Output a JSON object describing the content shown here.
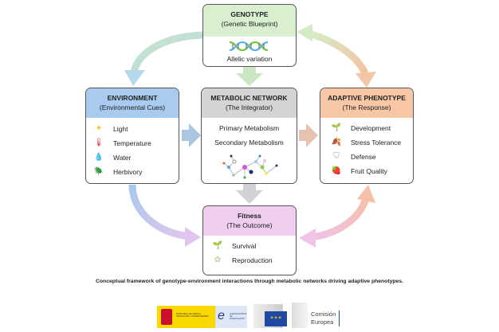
{
  "genotype": {
    "title": "GENOTYPE",
    "subtitle": "(Genetic Blueprint)",
    "icon": "dna-icon",
    "label": "Allelic variation",
    "color": "#d8f0cf"
  },
  "environment": {
    "title": "ENVIRONMENT",
    "subtitle": "(Environmental Cues)",
    "color": "#a9cbef",
    "items": [
      {
        "label": "Light",
        "icon": "sun-icon"
      },
      {
        "label": "Temperature",
        "icon": "thermometer-icon"
      },
      {
        "label": "Water",
        "icon": "water-drop-icon"
      },
      {
        "label": "Herbivory",
        "icon": "beetle-icon"
      }
    ]
  },
  "metabolic": {
    "title": "METABOLIC NETWORK",
    "subtitle": "(The Integrator)",
    "color": "#d4d4d4",
    "items": [
      {
        "label": "Primary Metabolism"
      },
      {
        "label": "Secondary Metabolism"
      }
    ],
    "icon": "network-graph-icon"
  },
  "phenotype": {
    "title": "ADAPTIVE PHENOTYPE",
    "subtitle": "(The Response)",
    "color": "#f7c7a6",
    "items": [
      {
        "label": "Development",
        "icon": "seedling-icon"
      },
      {
        "label": "Stress Tolerance",
        "icon": "leaf-icon"
      },
      {
        "label": "Defense",
        "icon": "shield-icon"
      },
      {
        "label": "Fruit Quality",
        "icon": "strawberry-icon"
      }
    ]
  },
  "fitness": {
    "title": "Fitness",
    "subtitle": "(The Outcome)",
    "color": "#efcdec",
    "items": [
      {
        "label": "Survival",
        "icon": "sprout-icon"
      },
      {
        "label": "Reproduction",
        "icon": "flower-icon"
      }
    ]
  },
  "caption": "Conceptual framework of genotype-environment interactions through metabolic networks driving adaptive phenotypes.",
  "logos": {
    "ministry": "MINISTERIO DE CIENCIA, INNOVACIÓN Y UNIVERSIDADES",
    "agency": "AGENCIA ESTATAL DE INVESTIGACIÓN",
    "commission": "Comisión Europea"
  }
}
